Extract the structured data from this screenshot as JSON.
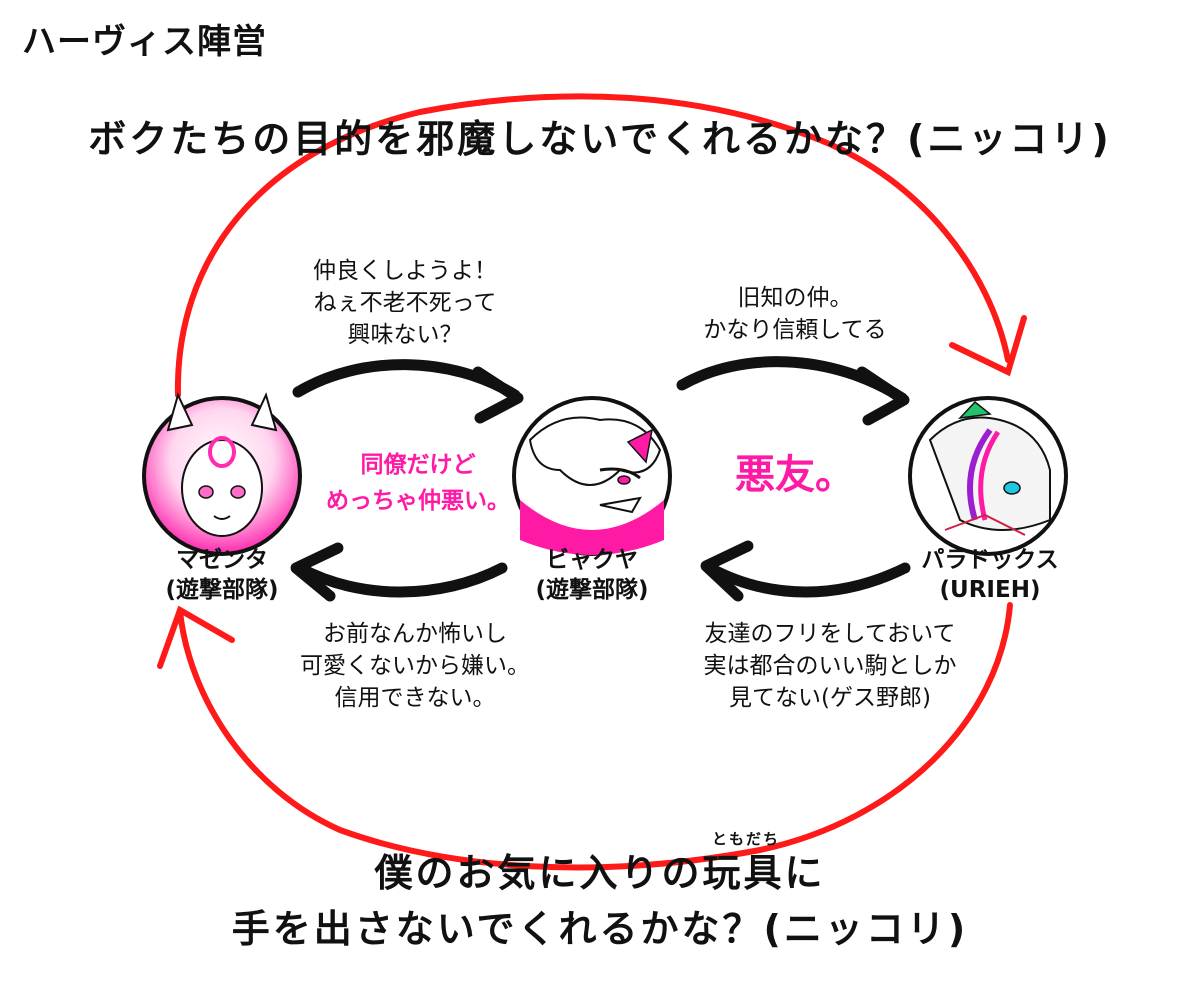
{
  "header": {
    "title": "ハーヴィス陣営"
  },
  "quotes": {
    "top": "ボクたちの目的を邪魔しないでくれるかな？(ニッコリ)",
    "bottom_line1": "僕のお気に入りの玩具に",
    "bottom_line2": "手を出さないでくれるかな？(ニッコリ)",
    "bottom_ruby": "ともだち"
  },
  "characters": [
    {
      "id": "magenta",
      "name": "マゼンタ",
      "group": "(遊撃部隊)"
    },
    {
      "id": "byakuya",
      "name": "ビャクヤ",
      "group": "(遊撃部隊)"
    },
    {
      "id": "paradox",
      "name": "パラドックス",
      "group": "(URIEH)"
    }
  ],
  "relations": {
    "magenta_to_byakuya": [
      "仲良くしようよ！",
      "ねぇ不老不死って",
      "興味ない？"
    ],
    "byakuya_to_paradox": [
      "旧知の仲。",
      "かなり信頼してる"
    ],
    "byakuya_to_magenta": [
      "お前なんか怖いし",
      "可愛くないから嫌い。",
      "信用できない。"
    ],
    "paradox_to_byakuya": [
      "友達のフリをしておいて",
      "実は都合のいい駒としか",
      "見てない(ゲス野郎)"
    ],
    "magenta_byakuya_pink": [
      "同僚だけど",
      "めっちゃ仲悪い。"
    ],
    "byakuya_paradox_pink": "悪友。"
  },
  "colors": {
    "accent_pink": "#ff1aa6",
    "ring_red": "#ff1a1a",
    "ink": "#111111"
  }
}
